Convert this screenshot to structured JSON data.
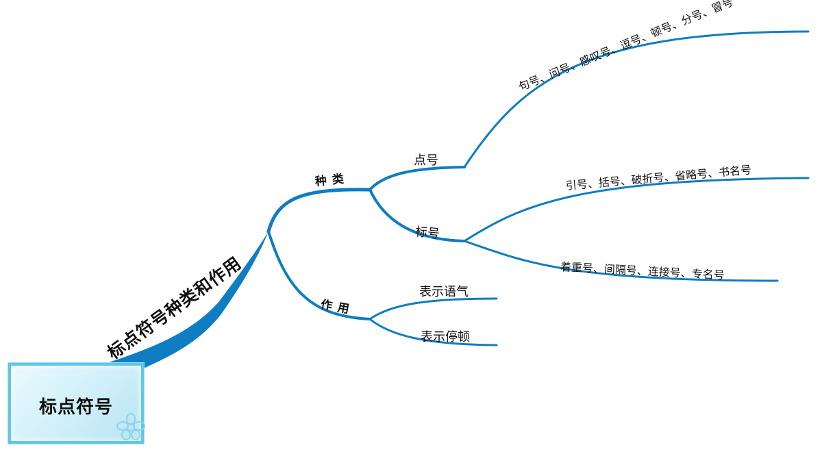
{
  "root": {
    "label": "标点符号"
  },
  "main_branch": {
    "label": "标点符号种类和作用"
  },
  "branches": [
    {
      "label": "种类",
      "children": [
        {
          "label": "点号",
          "children": [
            {
              "label": "句号、问号、感叹号、逗号、顿号、分号、冒号"
            }
          ]
        },
        {
          "label": "标号",
          "children": [
            {
              "label": "引号、括号、破折号、省略号、书名号"
            },
            {
              "label": "着重号、间隔号、连接号、专名号"
            }
          ]
        }
      ]
    },
    {
      "label": "作用",
      "children": [
        {
          "label": "表示语气"
        },
        {
          "label": "表示停顿"
        }
      ]
    }
  ],
  "colors": {
    "branch": "#0f7dc2",
    "root_fill": "#cfeff9",
    "root_border": "#62c6e6"
  },
  "icons": [
    "flower-ornament-icon"
  ]
}
